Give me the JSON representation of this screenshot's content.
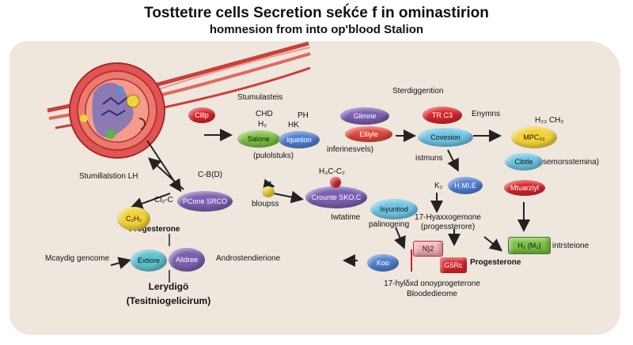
{
  "title": {
    "line1": "Tosttetıre cells Secretion seḱće f in ominastirion",
    "line2": "homnesion from into op'blood Stalion"
  },
  "labels": {
    "stimulasteis": "Stumulasteis",
    "sterdiggention": "Sterdiggention",
    "enzymes": "Enymns",
    "chd": "CHD",
    "h2": "H₂",
    "ph": "PH",
    "hk": "HK",
    "h23_ch2": "H₂₃  CH₂",
    "pulolstuks": "(pulolstuks)",
    "inferinesvels": "inferinesvels)",
    "stimulation_lh": "Stumillalstion LH",
    "bod": "C-B(D)",
    "hc_c2": "H₃C-C₂",
    "bloupss": "bloupss",
    "iwtatime": "Iwtatime",
    "istmuns": "istmuns",
    "k2": "K₂",
    "semorsstemina": "semorsstemina)",
    "cl_label": "Cl₂-C",
    "hydroxy_line1": "17-Hyaxxogemone",
    "hydroxy_line2": "(progessterore)",
    "palinogeing": "palinogeing",
    "progesterone_left": "Progesterone",
    "progesterone_right": "Progesterone",
    "intrsteione": "intrsteione",
    "mcaydig": "Mcaydig gencome",
    "androstendierione": "Androstendierione",
    "hydroxy_bottom": "17-hylδxd onoyprogeterone",
    "bloodedieome": "Bloodedieome",
    "leydig": "Lerydigö",
    "testinogel": "(Tesitniogelicirum)"
  },
  "nodes": {
    "clllp": "Clllp",
    "saione": "Saione",
    "iquetion": "iquetion",
    "glimne": "Glimne",
    "elliyle": "Elliyle",
    "trc3": "TR C3",
    "covesion": "Covesion",
    "mpc": "MPC₃₃",
    "cibtle": "Cibtle",
    "mtuaziyi": "Mtuarziyl",
    "hme": "H.MI.E",
    "pcone": "PCone SRCO",
    "crounte": "Crounte SKO.C",
    "isyuntiod": "Isyuntiod",
    "koo": "Koo",
    "n2": "N)2",
    "gsrc": "G5Rc",
    "h2mc": "H₂ (M₂)",
    "extiore": "Extiore",
    "alidree": "Alidree",
    "chrc": "C₂H₂"
  },
  "colors": {
    "background": "#efe6dd",
    "red": "#d8262b",
    "green": "#7cc043",
    "blue": "#4f7fd0",
    "light_blue": "#6fc4e2",
    "purple": "#7a5fb0",
    "yellow": "#f2d13a",
    "teal": "#5ec2cf",
    "cell": "#e04a4a",
    "artery": "#d85a4c"
  }
}
